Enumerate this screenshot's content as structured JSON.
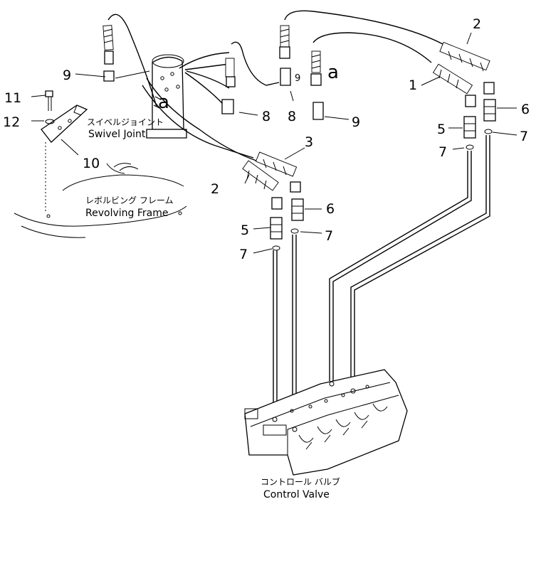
{
  "callouts": {
    "n1": "1",
    "n2_right": "2",
    "n2_left": "2",
    "n3": "3",
    "n5_right": "5",
    "n5_left": "5",
    "n6_right": "6",
    "n6_left": "6",
    "n7_right_upper": "7",
    "n7_right_lower": "7",
    "n7_left_upper": "7",
    "n7_left_lower": "7",
    "n8_left": "8",
    "n8_right": "8",
    "n9_top": "9",
    "n9_bottom": "9",
    "n9_small": "9",
    "n10": "10",
    "n11": "11",
    "n12": "12",
    "a_left": "a",
    "a_right": "a"
  },
  "labels": {
    "swivel_jp": "スイベルジョイント",
    "swivel_en": "Swivel  Joint",
    "frame_jp": "レボルビング フレーム",
    "frame_en": "Revolving Frame",
    "valve_jp": "コントロール バルブ",
    "valve_en": "Control Valve"
  }
}
